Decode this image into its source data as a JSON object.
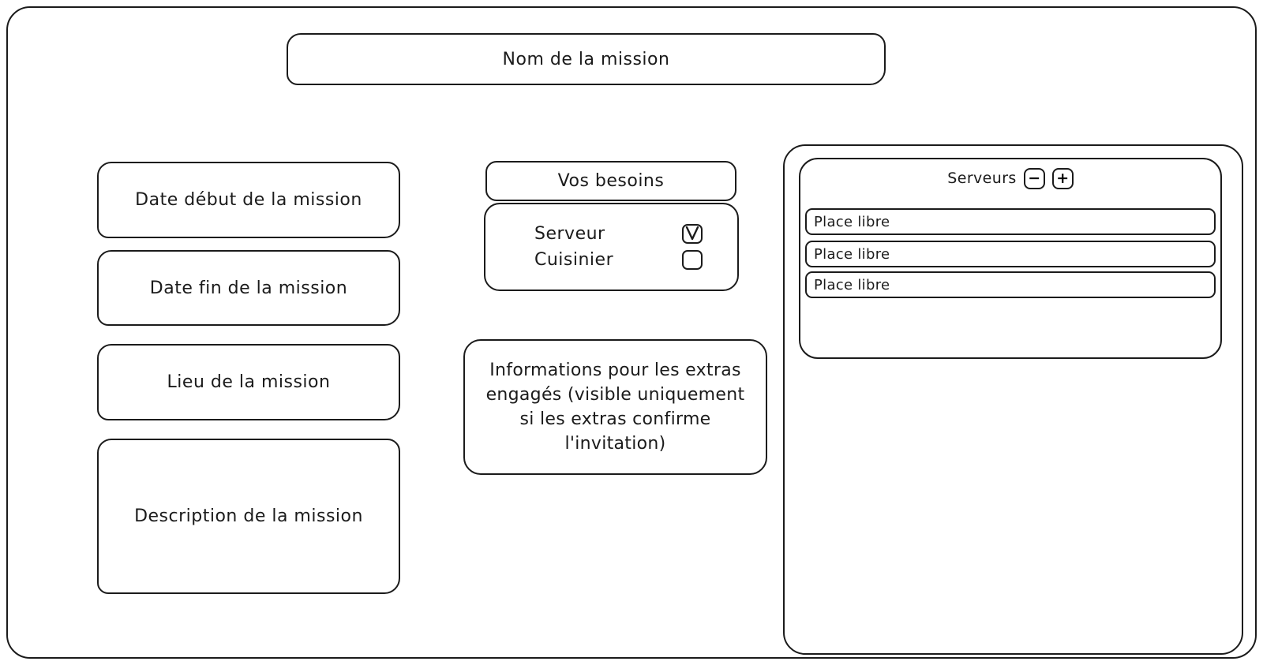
{
  "page": {
    "stroke_color": "#1b1b1b",
    "background_color": "#ffffff"
  },
  "title_box": {
    "label": "Nom de la mission"
  },
  "left_fields": [
    {
      "label": "Date début de la mission"
    },
    {
      "label": "Date fin de la mission"
    },
    {
      "label": "Lieu de la mission"
    },
    {
      "label": "Description de la mission"
    }
  ],
  "besoins": {
    "header": "Vos besoins",
    "options": [
      {
        "label": "Serveur",
        "checked": true
      },
      {
        "label": "Cuisinier",
        "checked": false
      }
    ]
  },
  "info_box": {
    "text": "Informations pour les extras engagés (visible uniquement si les extras confirme l'invitation)"
  },
  "servers_panel": {
    "title": "Serveurs",
    "minus_label": "−",
    "plus_label": "+",
    "slots": [
      {
        "label": "Place libre"
      },
      {
        "label": "Place libre"
      },
      {
        "label": "Place libre"
      }
    ]
  }
}
